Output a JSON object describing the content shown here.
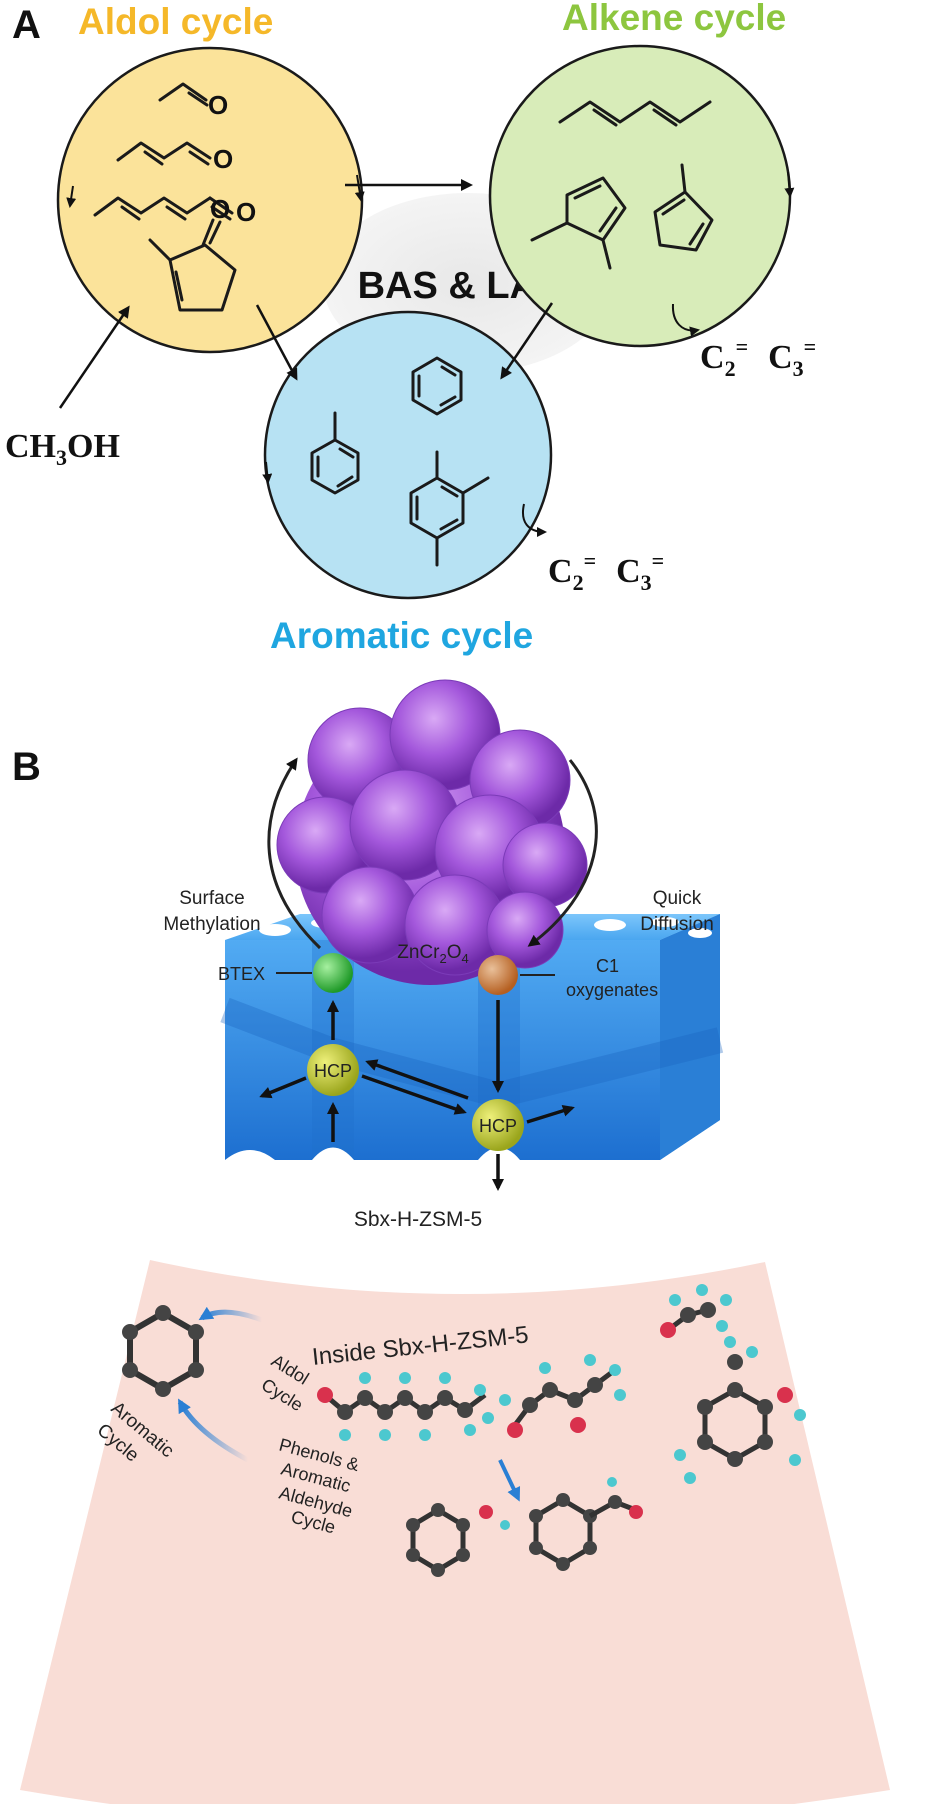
{
  "panel_a": {
    "label": "A",
    "aldol": {
      "title": "Aldol cycle",
      "color": "#f5b829",
      "fill": "#fbe39a"
    },
    "alkene": {
      "title": "Alkene cycle",
      "color": "#8dc63f",
      "fill": "#d8ecb9"
    },
    "aromatic": {
      "title": "Aromatic cycle",
      "color": "#1fa6e0",
      "fill": "#b7e2f3"
    },
    "center_label": "BAS & LAS",
    "feed": {
      "main": "CH",
      "sub": "3",
      "tail": "OH"
    },
    "products_alkene": {
      "c2": "C",
      "c2_sub": "2",
      "c2_sup": "=",
      "c3": "C",
      "c3_sub": "3",
      "c3_sup": "="
    },
    "products_aromatic": {
      "c2": "C",
      "c2_sub": "2",
      "c2_sup": "=",
      "c3": "C",
      "c3_sub": "3",
      "c3_sup": "="
    },
    "atom_o": "O"
  },
  "panel_b": {
    "label": "B",
    "surface_methylation": [
      "Surface",
      "Methylation"
    ],
    "quick_diffusion": [
      "Quick",
      "Diffusion"
    ],
    "oxide": {
      "main": "ZnCr",
      "sub1": "2",
      "mid": "O",
      "sub2": "4"
    },
    "btex": "BTEX",
    "c1_oxygenates": [
      "C1",
      "oxygenates"
    ],
    "hcp_left": "HCP",
    "hcp_right": "HCP",
    "zeolite": "Sbx-H-ZSM-5",
    "inside_title": "Inside Sbx-H-ZSM-5",
    "aldol_cycle": [
      "Aldol",
      "Cycle"
    ],
    "aromatic_cycle": [
      "Aromatic",
      "Cycle"
    ],
    "phenols_cycle": [
      "Phenols &",
      "Aromatic",
      "Aldehyde",
      "Cycle"
    ],
    "colors": {
      "zeolite": "#2f8fe6",
      "oxide": "#9b4fd6",
      "btex": "#3fbf3f",
      "oxygenate": "#d9792e",
      "hcp": "#b8c22a",
      "band": "#f9ddd6"
    }
  }
}
